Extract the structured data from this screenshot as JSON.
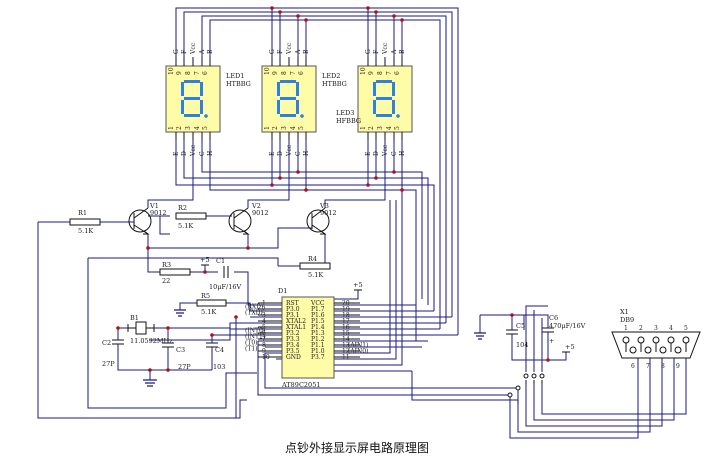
{
  "title": "点钞外接显示屏电路原理图",
  "leds": [
    {
      "name": "LED1",
      "model": "HTBBG",
      "pins_top": [
        "G",
        "F",
        "Vcc",
        "A",
        "B"
      ],
      "nums_top": [
        "10",
        "9",
        "8",
        "7",
        "6"
      ],
      "nums_bot": [
        "1",
        "2",
        "3",
        "4",
        "5"
      ],
      "pins_bot": [
        "E",
        "D",
        "Vcc",
        "C",
        "H"
      ]
    },
    {
      "name": "LED2",
      "model": "HTBBG",
      "pins_top": [
        "G",
        "F",
        "Vcc",
        "A",
        "B"
      ],
      "nums_top": [
        "10",
        "9",
        "8",
        "7",
        "6"
      ],
      "nums_bot": [
        "1",
        "2",
        "3",
        "4",
        "5"
      ],
      "pins_bot": [
        "E",
        "D",
        "Vcc",
        "C",
        "H"
      ]
    },
    {
      "name": "LED3",
      "model": "HFBBG",
      "pins_top": [
        "G",
        "F",
        "Vcc",
        "A",
        "B"
      ],
      "nums_top": [
        "10",
        "9",
        "8",
        "7",
        "6"
      ],
      "nums_bot": [
        "1",
        "2",
        "3",
        "4",
        "5"
      ],
      "pins_bot": [
        "E",
        "D",
        "Vcc",
        "C",
        "H"
      ]
    }
  ],
  "transistors": [
    {
      "ref": "V1",
      "value": "9012"
    },
    {
      "ref": "V2",
      "value": "9012"
    },
    {
      "ref": "V3",
      "value": "9012"
    }
  ],
  "resistors": [
    {
      "ref": "R1",
      "value": "5.1K"
    },
    {
      "ref": "R2",
      "value": "5.1K"
    },
    {
      "ref": "R3",
      "value": "22"
    },
    {
      "ref": "R4",
      "value": "5.1K"
    },
    {
      "ref": "R5",
      "value": "5.1K"
    }
  ],
  "capacitors": [
    {
      "ref": "C1",
      "value": "10μF/16V"
    },
    {
      "ref": "C2",
      "value": "27P"
    },
    {
      "ref": "C3",
      "value": "27P"
    },
    {
      "ref": "C4",
      "value": "103"
    },
    {
      "ref": "C5",
      "value": "104"
    },
    {
      "ref": "C6",
      "value": "470μF/16V"
    }
  ],
  "crystal": {
    "ref": "B1",
    "value": "11.0592MHz"
  },
  "mcu": {
    "ref": "D1",
    "part": "AT89C2051",
    "left_pins": [
      {
        "num": "1",
        "name": "RST",
        "ext": ""
      },
      {
        "num": "2",
        "name": "P3.0",
        "ext": "(RXD)"
      },
      {
        "num": "3",
        "name": "P3.1",
        "ext": "(TXD)"
      },
      {
        "num": "4",
        "name": "XTAL2",
        "ext": ""
      },
      {
        "num": "5",
        "name": "XTAL1",
        "ext": ""
      },
      {
        "num": "6",
        "name": "P3.2",
        "ext": "(INT0)"
      },
      {
        "num": "7",
        "name": "P3.3",
        "ext": "(INT1)"
      },
      {
        "num": "8",
        "name": "P3.4",
        "ext": "(T0)"
      },
      {
        "num": "9",
        "name": "P3.5",
        "ext": "(T1)"
      },
      {
        "num": "10",
        "name": "GND",
        "ext": ""
      }
    ],
    "right_pins": [
      {
        "num": "20",
        "name": "VCC",
        "ext": ""
      },
      {
        "num": "19",
        "name": "P1.7",
        "ext": ""
      },
      {
        "num": "18",
        "name": "P1.6",
        "ext": ""
      },
      {
        "num": "17",
        "name": "P1.5",
        "ext": ""
      },
      {
        "num": "16",
        "name": "P1.4",
        "ext": ""
      },
      {
        "num": "15",
        "name": "P1.3",
        "ext": ""
      },
      {
        "num": "14",
        "name": "P1.2",
        "ext": ""
      },
      {
        "num": "13",
        "name": "P1.1",
        "ext": "(AIN1)"
      },
      {
        "num": "12",
        "name": "P1.0",
        "ext": "(AIN0)"
      },
      {
        "num": "11",
        "name": "P3.7",
        "ext": ""
      }
    ]
  },
  "connector": {
    "ref": "X1",
    "part": "DB9",
    "top_pins": [
      "1",
      "2",
      "3",
      "4",
      "5"
    ],
    "bot_pins": [
      "6",
      "7",
      "8",
      "9"
    ]
  },
  "power_labels": [
    "+5",
    "+5",
    "+5"
  ]
}
